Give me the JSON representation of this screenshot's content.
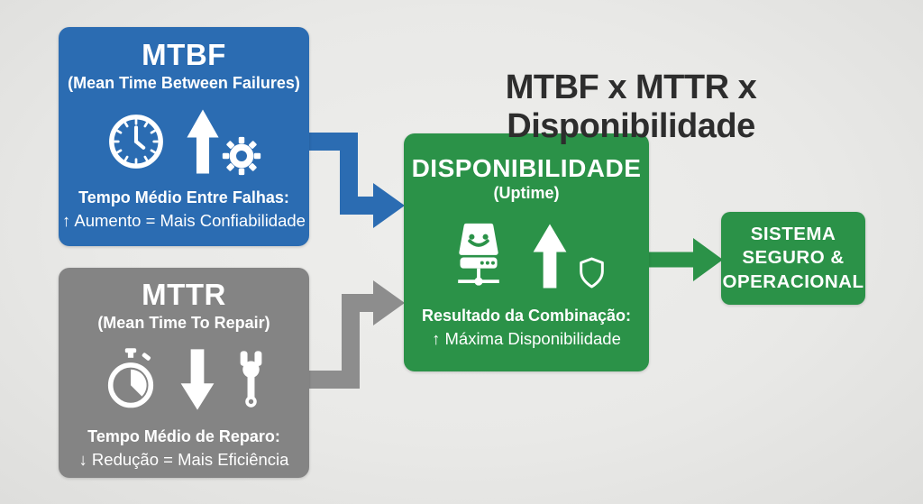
{
  "title": "MTBF x MTTR x Disponibilidade",
  "boxes": {
    "mtbf": {
      "title": "MTBF",
      "subtitle": "(Mean Time Between Failures)",
      "caption_title": "Tempo Médio Entre Falhas:",
      "caption_text": "↑ Aumento = Mais Confiabilidade",
      "icons": [
        "clock-icon",
        "arrow-up-icon",
        "gear-icon"
      ],
      "color": "#2b6cb2"
    },
    "mttr": {
      "title": "MTTR",
      "subtitle": "(Mean Time To Repair)",
      "caption_title": "Tempo Médio de Reparo:",
      "caption_text": "↓ Redução = Mais Eficiência",
      "icons": [
        "stopwatch-icon",
        "arrow-down-icon",
        "wrench-icon"
      ],
      "color": "#848484"
    },
    "availability": {
      "title": "DISPONIBILIDADE",
      "subtitle": "(Uptime)",
      "caption_title": "Resultado da Combinação:",
      "caption_text": "↑ Máxima Disponibilidade",
      "icons": [
        "server-smiley-icon",
        "arrow-up-icon",
        "shield-icon"
      ],
      "color": "#2b9248"
    },
    "outcome": {
      "line1": "SISTEMA",
      "line2": "SEGURO &",
      "line3": "OPERACIONAL",
      "color": "#2b9248"
    }
  },
  "arrows": {
    "mtbf_to_availability": "#2b6cb2",
    "mttr_to_availability": "#8d8d8d",
    "availability_to_outcome": "#2b9248"
  },
  "colors": {
    "background": "#e9e9e7",
    "title_text": "#2d2d2d",
    "icon_white": "#ffffff"
  }
}
